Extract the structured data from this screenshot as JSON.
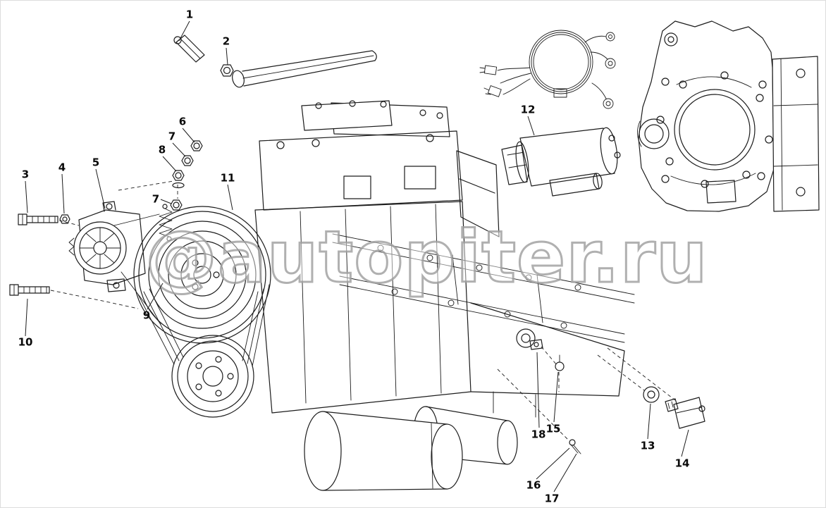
{
  "watermark": {
    "text": "@autopiter.ru",
    "color": "#a3a3a3"
  },
  "diagram": {
    "title": "Engine exploded-parts line diagram",
    "line_color": "#1c1c1c",
    "background": "#ffffff"
  },
  "callouts": [
    {
      "label": "1"
    },
    {
      "label": "2"
    },
    {
      "label": "3"
    },
    {
      "label": "4"
    },
    {
      "label": "5"
    },
    {
      "label": "6"
    },
    {
      "label": "7"
    },
    {
      "label": "8"
    },
    {
      "label": "7"
    },
    {
      "label": "9"
    },
    {
      "label": "10"
    },
    {
      "label": "11"
    },
    {
      "label": "12"
    },
    {
      "label": "13"
    },
    {
      "label": "14"
    },
    {
      "label": "15"
    },
    {
      "label": "16"
    },
    {
      "label": "17"
    },
    {
      "label": "18"
    }
  ]
}
